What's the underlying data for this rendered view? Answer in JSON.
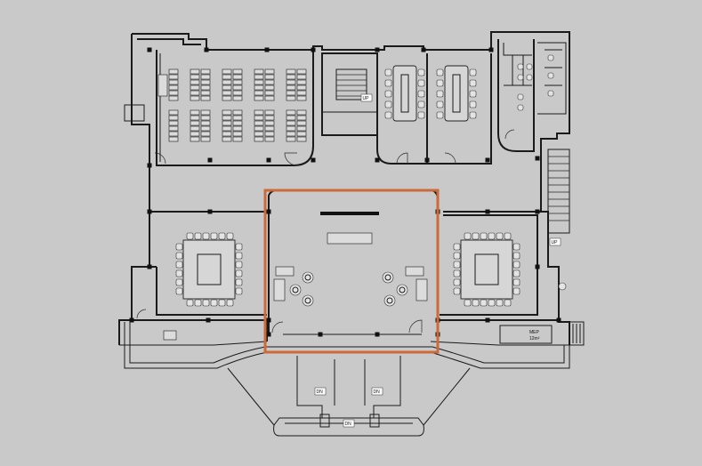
{
  "labels": {
    "up_stair": "UP",
    "up_ramp": "UP",
    "down_left": "DN",
    "down_right": "DN",
    "down_bottom": "DN",
    "mep_name": "MEP",
    "mep_area": "12m²"
  },
  "colors": {
    "background": "#c9c9c9",
    "walls": "#1a1a1a",
    "highlight": "#cc6a3c"
  }
}
